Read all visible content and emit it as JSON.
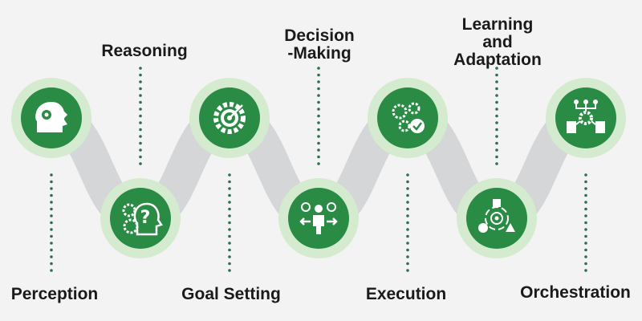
{
  "title": "AI Agent Capabilities",
  "colors": {
    "background": "#f3f3f3",
    "ring": "#d4ebcf",
    "node": "#2a8b45",
    "connector": "#d5d6d7",
    "dots": "#2f6e4f"
  },
  "steps": [
    {
      "label": "Perception",
      "icon": "head-eye-arrow-icon",
      "position": "top"
    },
    {
      "label": "Reasoning",
      "icon": "head-gears-question-icon",
      "position": "bottom"
    },
    {
      "label": "Goal Setting",
      "icon": "gear-target-icon",
      "position": "top"
    },
    {
      "label": "Decision\n-Making",
      "icon": "person-choice-arrows-icon",
      "position": "bottom"
    },
    {
      "label": "Execution",
      "icon": "gears-check-icon",
      "position": "top"
    },
    {
      "label": "Learning\nand\nAdaptation",
      "icon": "cycle-shapes-icon",
      "position": "bottom"
    },
    {
      "label": "Orchestration",
      "icon": "workflow-gear-documents-icon",
      "position": "top"
    }
  ]
}
